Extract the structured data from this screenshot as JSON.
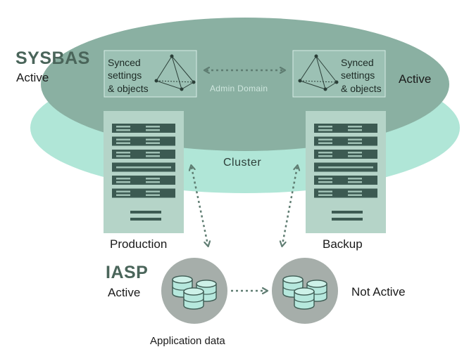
{
  "sysbas": {
    "title": "SYSBAS",
    "status": "Active"
  },
  "right_status": "Active",
  "synced_left": [
    "Synced",
    "settings",
    "& objects"
  ],
  "synced_right": [
    "Synced",
    "settings",
    "& objects"
  ],
  "admin_domain": "Admin Domain",
  "cluster": "Cluster",
  "production": "Production",
  "backup": "Backup",
  "iasp": {
    "title": "IASP",
    "status": "Active"
  },
  "not_active": "Not Active",
  "application_data": "Application data",
  "colors": {
    "outer_ellipse": "#b0e6d7",
    "inner_ellipse": "#8ab0a2",
    "server_face": "#b5d4c8",
    "server_slot": "#3c5a52",
    "disk_circle": "#a6aeaa",
    "disk_fill": "#b6e8dd",
    "arrow": "#5f7d72",
    "title": "#4a655a"
  }
}
